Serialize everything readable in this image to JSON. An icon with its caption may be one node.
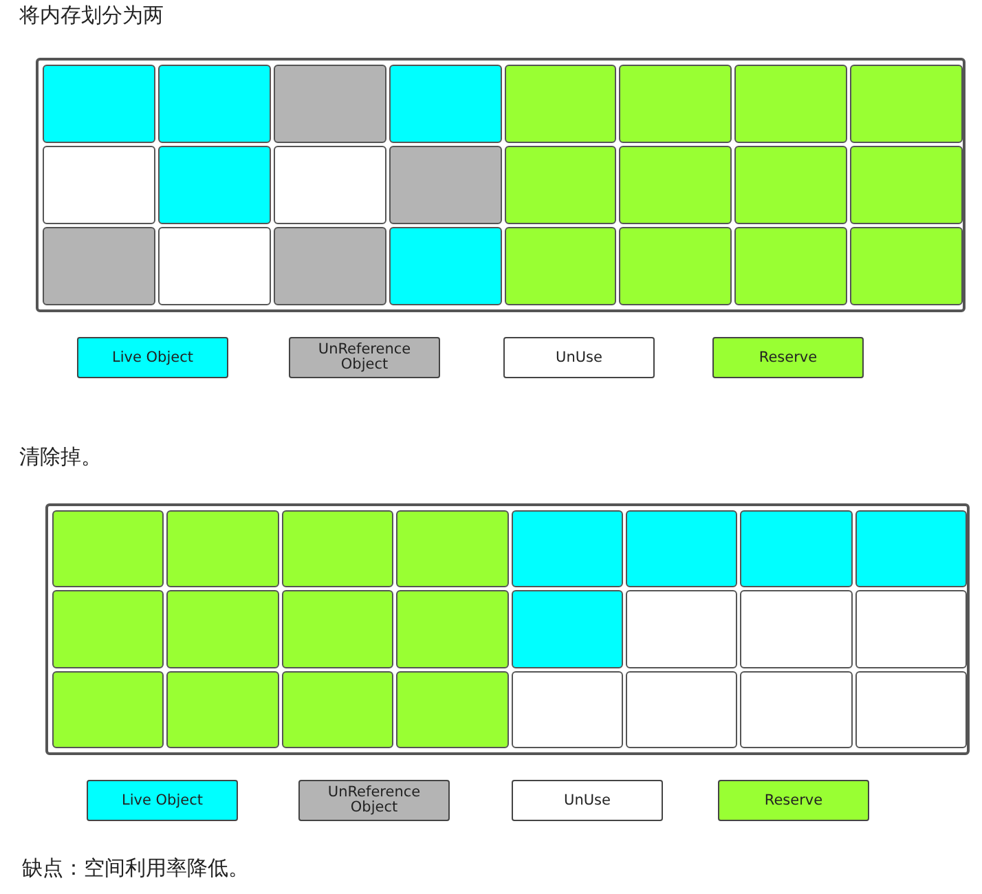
{
  "diagram": {
    "nodes": [
      {
        "text": [],
        "shape": "box"
      },
      {
        "text": [],
        "shape": "box",
        "in": 0
      },
      {
        "text": [],
        "shape": "box",
        "in": 0
      },
      {
        "text": [],
        "shape": "box",
        "in": 0
      },
      {
        "text": [],
        "shape": "box",
        "in": 0
      },
      {
        "text": [],
        "shape": "box",
        "in": 0
      },
      {
        "text": [],
        "shape": "box",
        "in": 0
      },
      {
        "text": [],
        "shape": "box",
        "in": 0
      },
      {
        "text": [],
        "shape": "box",
        "in": 0
      },
      {
        "text": [],
        "shape": "box",
        "in": 0
      },
      {
        "text": [],
        "shape": "box",
        "in": 0
      },
      {
        "text": [],
        "shape": "box",
        "in": 0
      },
      {
        "text": [],
        "shape": "box",
        "in": 0
      },
      {
        "text": [],
        "shape": "box",
        "in": 0
      },
      {
        "text": [],
        "shape": "box",
        "in": 0
      },
      {
        "text": [],
        "shape": "box",
        "in": 0
      },
      {
        "text": [],
        "shape": "box",
        "in": 0
      },
      {
        "text": [],
        "shape": "box",
        "in": 0
      },
      {
        "text": [],
        "shape": "box",
        "in": 0
      },
      {
        "text": [],
        "shape": "box",
        "in": 0
      },
      {
        "text": [],
        "shape": "box",
        "in": 0
      },
      {
        "text": [],
        "shape": "box",
        "in": 0
      },
      {
        "text": [],
        "shape": "box",
        "in": 0
      },
      {
        "text": [],
        "shape": "box",
        "in": 0
      },
      {
        "text": [],
        "shape": "box",
        "in": 0
      },
      {
        "text": [],
        "shape": "box"
      },
      {
        "text": [],
        "shape": "box",
        "in": 25
      },
      {
        "text": [],
        "shape": "box",
        "in": 25
      },
      {
        "text": [],
        "shape": "box",
        "in": 25
      },
      {
        "text": [],
        "shape": "box",
        "in": 25
      },
      {
        "text": [],
        "shape": "box",
        "in": 25
      },
      {
        "text": [],
        "shape": "box",
        "in": 25
      },
      {
        "text": [],
        "shape": "box",
        "in": 25
      },
      {
        "text": [],
        "shape": "box",
        "in": 25
      },
      {
        "text": [],
        "shape": "box",
        "in": 25
      },
      {
        "text": [],
        "shape": "box",
        "in": 25
      },
      {
        "text": [],
        "shape": "box",
        "in": 25
      },
      {
        "text": [],
        "shape": "box",
        "in": 25
      },
      {
        "text": [],
        "shape": "box",
        "in": 25
      },
      {
        "text": [],
        "shape": "box",
        "in": 25
      },
      {
        "text": [],
        "shape": "box",
        "in": 25
      },
      {
        "text": [],
        "shape": "box",
        "in": 25
      },
      {
        "text": [],
        "shape": "box",
        "in": 25
      },
      {
        "text": [],
        "shape": "box",
        "in": 25
      },
      {
        "text": [],
        "shape": "box",
        "in": 25
      },
      {
        "text": [],
        "shape": "box",
        "in": 25
      },
      {
        "text": [],
        "shape": "box",
        "in": 25
      },
      {
        "text": [],
        "shape": "box",
        "in": 25
      },
      {
        "text": [],
        "shape": "box",
        "in": 25
      },
      {
        "text": [],
        "shape": "box",
        "in": 25
      }
    ],
    "labels": [
      "将内存划分为两",
      "清除掉。",
      "缺点：空间利用率降低。"
    ],
    "legend": [
      {
        "text": "Live Object",
        "color": "#00ffff"
      },
      {
        "text": "UnReference Object",
        "color": "#b4b4b4"
      },
      {
        "text": "UnUse",
        "color": "#ffffff"
      },
      {
        "text": "Reserve",
        "color": "#99ff33"
      },
      {
        "text": "Live Object",
        "color": "#00ffff"
      },
      {
        "text": "UnReference Object",
        "color": "#b4b4b4"
      },
      {
        "text": "UnUse",
        "color": "#ffffff"
      },
      {
        "text": "Reserve",
        "color": "#99ff33"
      }
    ]
  }
}
